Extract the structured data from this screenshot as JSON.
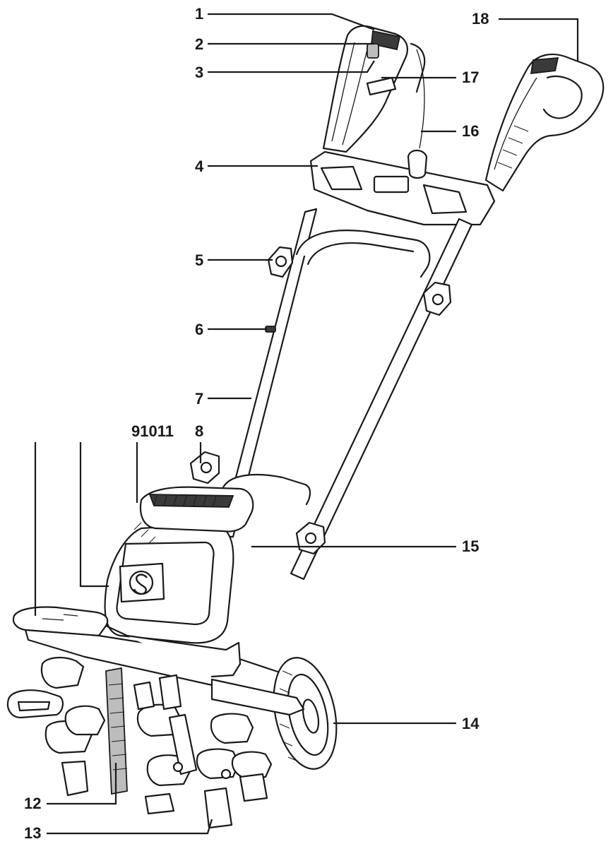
{
  "diagram": {
    "callouts": {
      "c1": "1",
      "c2": "2",
      "c3": "3",
      "c4": "4",
      "c5": "5",
      "c6": "6",
      "c7": "7",
      "c8": "8",
      "c12": "12",
      "c13": "13",
      "c14": "14",
      "c15": "15",
      "c16": "16",
      "c17": "17",
      "c18": "18"
    },
    "model_label": "91011",
    "line_color": "#1a1a1a",
    "background": "#ffffff"
  }
}
